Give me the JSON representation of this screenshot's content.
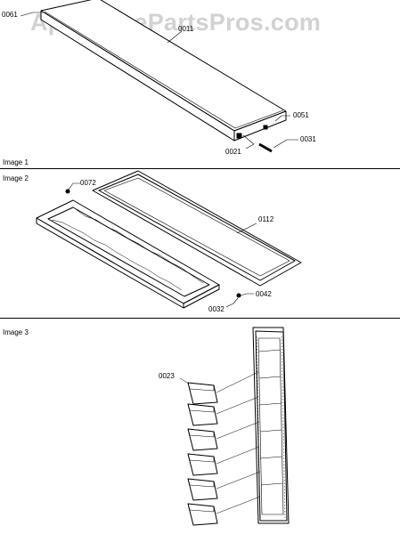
{
  "watermark": "AppliancePartsPros.com",
  "sections": [
    {
      "label": "Image 1"
    },
    {
      "label": "Image 2"
    },
    {
      "label": "Image 3"
    }
  ],
  "callouts": {
    "p0061": "0061",
    "p0011": "0011",
    "p0051": "0051",
    "p0031": "0031",
    "p0021": "0021",
    "p0072": "0072",
    "p0112": "0112",
    "p0042": "0042",
    "p0032": "0032",
    "p0023": "0023"
  },
  "icons": {
    "watermark": "watermark-logo",
    "part": "line-drawing"
  }
}
